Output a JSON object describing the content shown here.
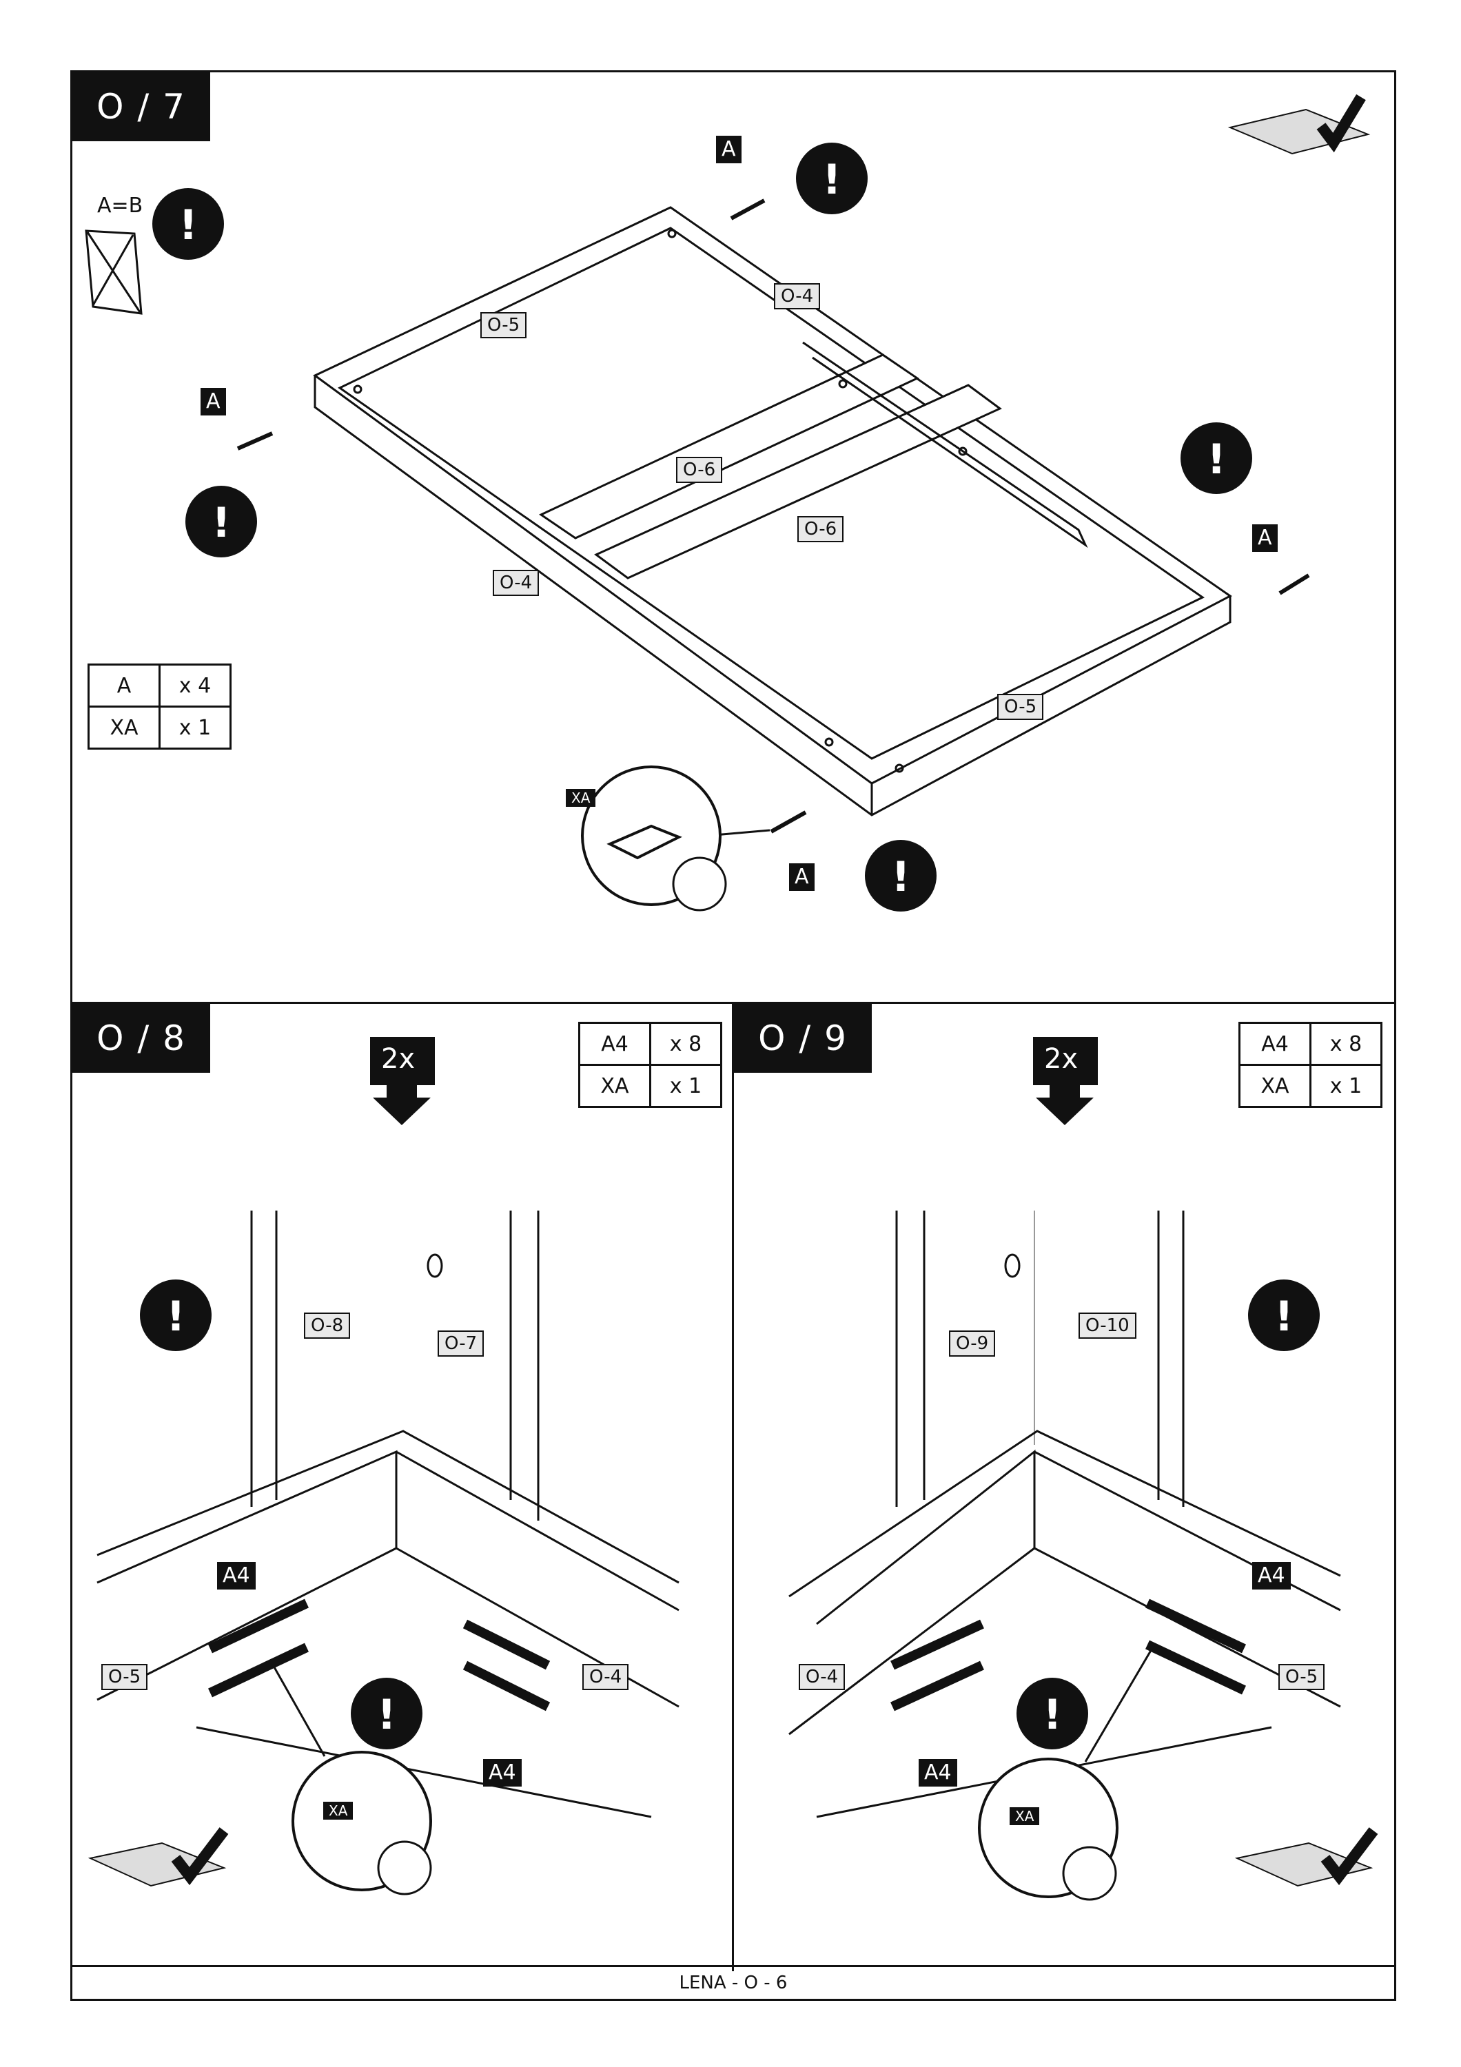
{
  "steps": [
    {
      "label": "O / 7",
      "parts": [
        {
          "code": "A",
          "qty": "x 4"
        },
        {
          "code": "XA",
          "qty": "x 1"
        }
      ],
      "square_label": "A=B",
      "square_diag_a": "A",
      "square_diag_b": "B"
    },
    {
      "label": "O / 8",
      "repeat": "2x",
      "parts": [
        {
          "code": "A4",
          "qty": "x 8"
        },
        {
          "code": "XA",
          "qty": "x 1"
        }
      ]
    },
    {
      "label": "O / 9",
      "repeat": "2x",
      "parts": [
        {
          "code": "A4",
          "qty": "x 8"
        },
        {
          "code": "XA",
          "qty": "x 1"
        }
      ]
    }
  ],
  "step7_tags": {
    "o4_top": "O-4",
    "o5_top": "O-5",
    "o6_a": "O-6",
    "o6_b": "O-6",
    "o4_left": "O-4",
    "o5_bottom": "O-5",
    "bolt": "A",
    "tool": "XA"
  },
  "step8_tags": {
    "o8": "O-8",
    "o7": "O-7",
    "o5": "O-5",
    "o4": "O-4",
    "dowel": "A4",
    "tool": "XA"
  },
  "step9_tags": {
    "o9": "O-9",
    "o10": "O-10",
    "o4": "O-4",
    "o5": "O-5",
    "dowel": "A4",
    "tool": "XA"
  },
  "footer": "LENA - O - 6"
}
